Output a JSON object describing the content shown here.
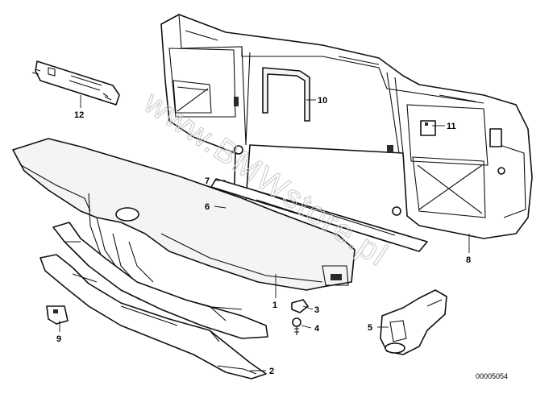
{
  "watermark": "www.BMWstore.pl",
  "diagram_code": "00005054",
  "callouts": [
    "1",
    "2",
    "3",
    "4",
    "5",
    "6",
    "7",
    "8",
    "9",
    "10",
    "11",
    "12"
  ]
}
